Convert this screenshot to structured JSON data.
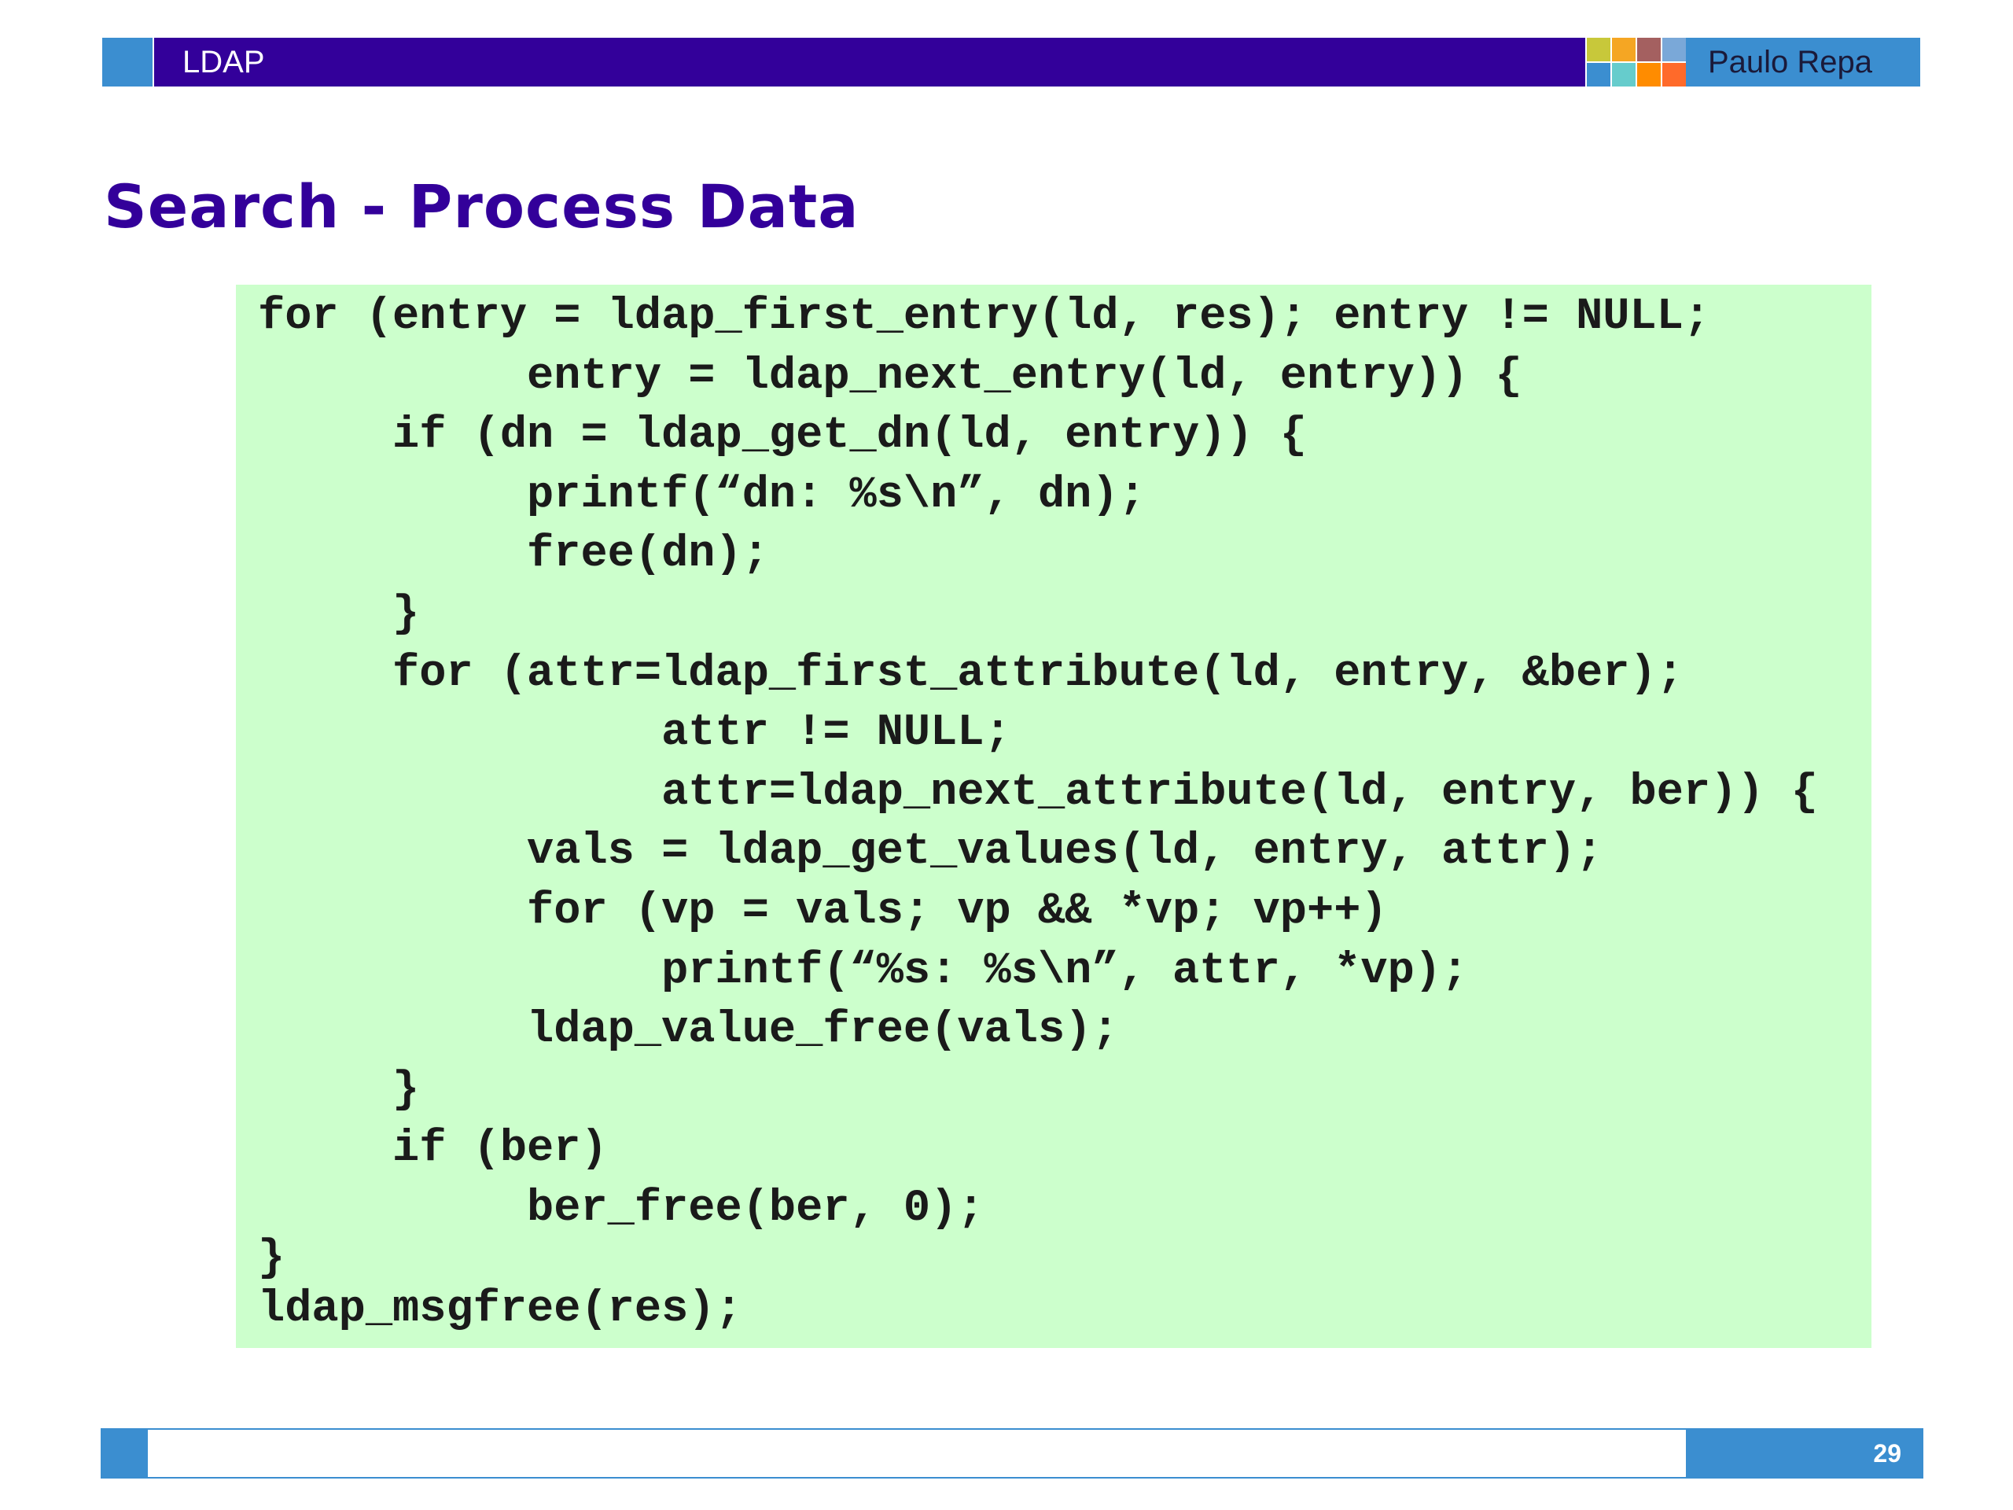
{
  "header": {
    "label": "LDAP",
    "author": "Paulo Repa"
  },
  "title": "Search - Process Data",
  "code": {
    "lines": [
      "for (entry = ldap_first_entry(ld, res); entry != NULL;",
      "          entry = ldap_next_entry(ld, entry)) {",
      "     if (dn = ldap_get_dn(ld, entry)) {",
      "          printf(“dn: %s\\n”, dn);",
      "          free(dn);",
      "     }",
      "     for (attr=ldap_first_attribute(ld, entry, &ber);",
      "               attr != NULL;",
      "               attr=ldap_next_attribute(ld, entry, ber)) {",
      "          vals = ldap_get_values(ld, entry, attr);",
      "          for (vp = vals; vp && *vp; vp++)",
      "               printf(“%s: %s\\n”, attr, *vp);",
      "          ldap_value_free(vals);",
      "     }",
      "     if (ber)",
      "          ber_free(ber, 0);",
      "}",
      "ldap_msgfree(res);"
    ]
  },
  "footer": {
    "page_number": "29"
  },
  "colors": {
    "header_bar": "#33009a",
    "accent_blue": "#3b8ed0",
    "code_background": "#ccffcc",
    "title": "#33009a"
  }
}
